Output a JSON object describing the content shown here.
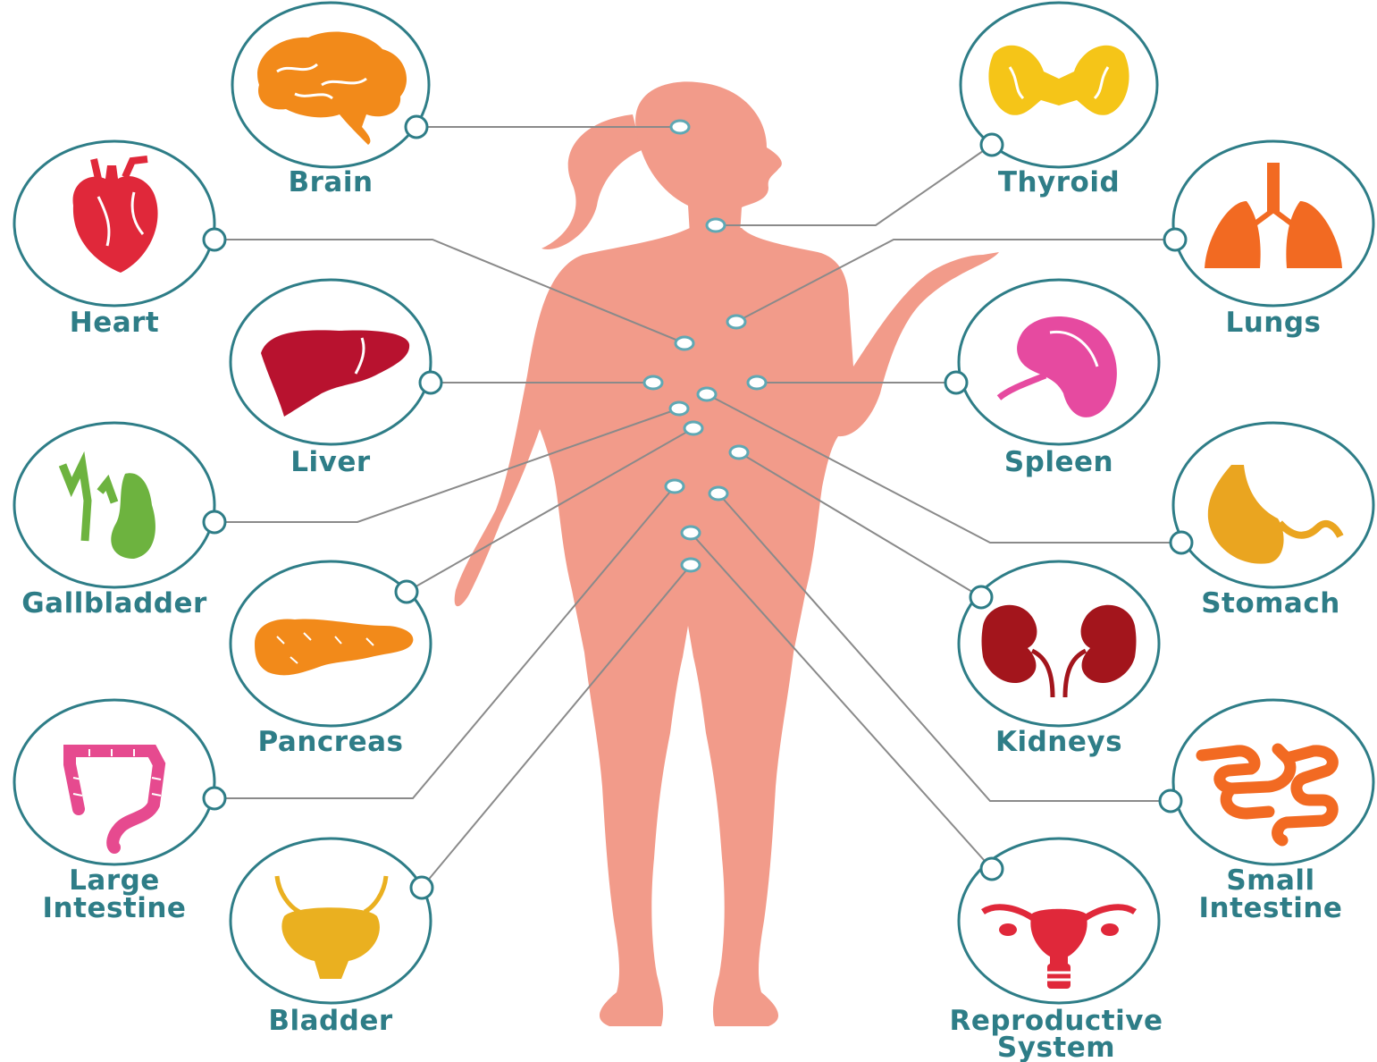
{
  "colors": {
    "body": "#f29b8a",
    "label": "#2e7d87",
    "ring": "#2e7d87",
    "connector": "#8a8a8a"
  },
  "organs": [
    {
      "id": "brain",
      "label": "Brain",
      "icon": "brain-icon",
      "color": "#f28a1a"
    },
    {
      "id": "thyroid",
      "label": "Thyroid",
      "icon": "thyroid-icon",
      "color": "#f5c518"
    },
    {
      "id": "heart",
      "label": "Heart",
      "icon": "heart-icon",
      "color": "#e0283a"
    },
    {
      "id": "lungs",
      "label": "Lungs",
      "icon": "lungs-icon",
      "color": "#f26a22"
    },
    {
      "id": "liver",
      "label": "Liver",
      "icon": "liver-icon",
      "color": "#b8122f"
    },
    {
      "id": "spleen",
      "label": "Spleen",
      "icon": "spleen-icon",
      "color": "#e64aa0"
    },
    {
      "id": "gallbladder",
      "label": "Gallbladder",
      "icon": "gallbladder-icon",
      "color": "#6db33f"
    },
    {
      "id": "stomach",
      "label": "Stomach",
      "icon": "stomach-icon",
      "color": "#eaa520"
    },
    {
      "id": "pancreas",
      "label": "Pancreas",
      "icon": "pancreas-icon",
      "color": "#f28a1a"
    },
    {
      "id": "kidneys",
      "label": "Kidneys",
      "icon": "kidneys-icon",
      "color": "#a3151c"
    },
    {
      "id": "large_intestine",
      "label_lines": [
        "Large",
        "Intestine"
      ],
      "icon": "large-intestine-icon",
      "color": "#e64a8f"
    },
    {
      "id": "small_intestine",
      "label_lines": [
        "Small",
        "Intestine"
      ],
      "icon": "small-intestine-icon",
      "color": "#f26a22"
    },
    {
      "id": "bladder",
      "label": "Bladder",
      "icon": "bladder-icon",
      "color": "#eab020"
    },
    {
      "id": "reproductive",
      "label_lines": [
        "Reproductive",
        "System"
      ],
      "icon": "reproductive-system-icon",
      "color": "#e0283a"
    }
  ]
}
